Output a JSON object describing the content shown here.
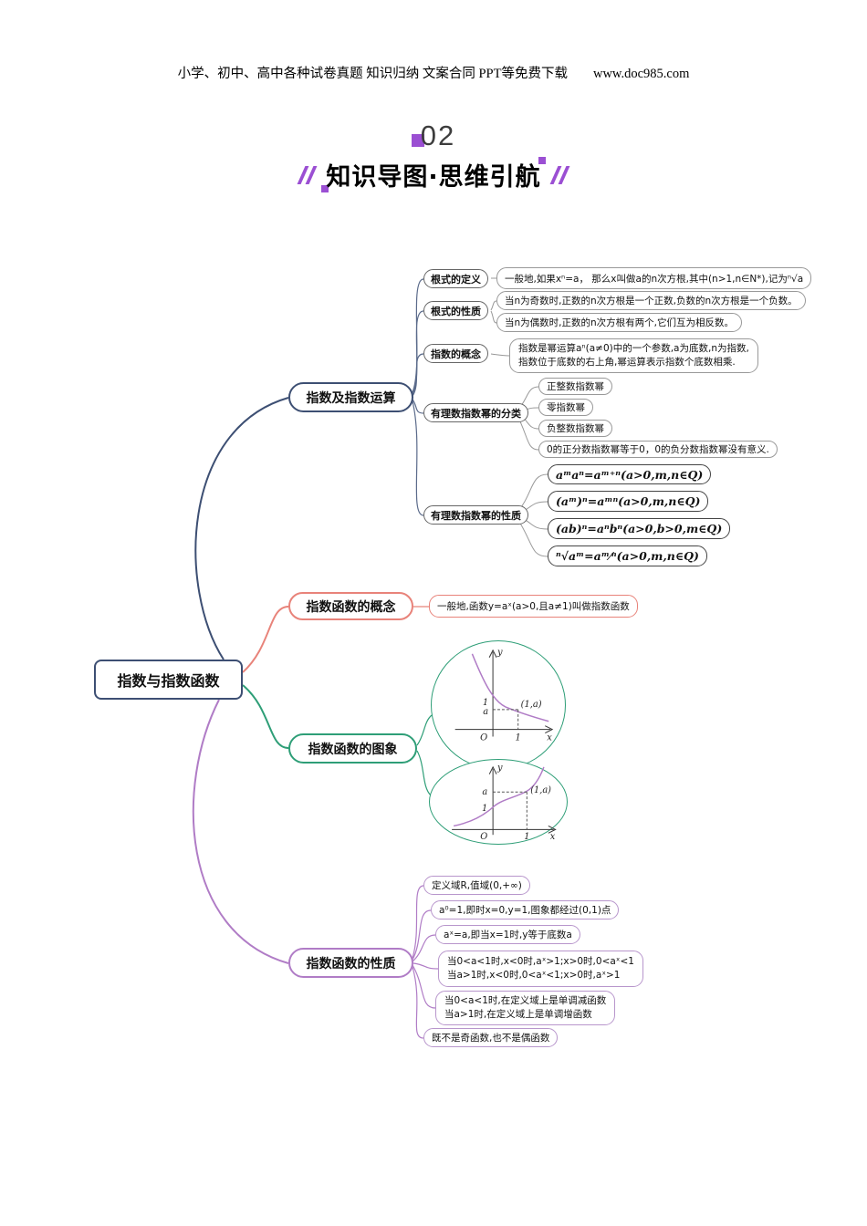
{
  "header": {
    "line": "小学、初中、高中各种试卷真题 知识归纳 文案合同 PPT等免费下载",
    "site": "www.doc985.com"
  },
  "banner": {
    "number": "02",
    "title": "知识导图·思维引航"
  },
  "mindmap": {
    "root": "指数与指数函数",
    "b1": {
      "label": "指数及指数运算",
      "s1": {
        "label": "根式的定义",
        "leaf": "一般地,如果xⁿ=a， 那么x叫做a的n次方根,其中(n>1,n∈N*),记为ⁿ√a"
      },
      "s2": {
        "label": "根式的性质",
        "leaf1": "当n为奇数时,正数的n次方根是一个正数,负数的n次方根是一个负数。",
        "leaf2": "当n为偶数时,正数的n次方根有两个,它们互为相反数。"
      },
      "s3": {
        "label": "指数的概念",
        "line1": "指数是幂运算aⁿ(a≠0)中的一个参数,a为底数,n为指数,",
        "line2": "指数位于底数的右上角,幂运算表示指数个底数相乘."
      },
      "s4": {
        "label": "有理数指数幂的分类",
        "leaf1": "正整数指数幂",
        "leaf2": "零指数幂",
        "leaf3": "负整数指数幂",
        "leaf4": "0的正分数指数幂等于0，0的负分数指数幂没有意义."
      },
      "s5": {
        "label": "有理数指数幂的性质",
        "f1": "aᵐaⁿ=aᵐ⁺ⁿ(a>0,m,n∈Q)",
        "f2": "(aᵐ)ⁿ=aᵐⁿ(a>0,m,n∈Q)",
        "f3": "(ab)ⁿ=aⁿbⁿ(a>0,b>0,m∈Q)",
        "f4": "ⁿ√aᵐ=aᵐ⁄ⁿ(a>0,m,n∈Q)"
      }
    },
    "b2": {
      "label": "指数函数的概念",
      "leaf": "一般地,函数y=aˣ(a>0,且a≠1)叫做指数函数"
    },
    "b3": {
      "label": "指数函数的图象",
      "graph1": {
        "y": "y",
        "one_y": "1",
        "a": "a",
        "point": "(1,a)",
        "o": "O",
        "one_x": "1",
        "x": "x"
      },
      "graph2": {
        "y": "y",
        "a": "a",
        "one_y": "1",
        "point": "(1,a)",
        "o": "O",
        "one_x": "1",
        "x": "x"
      }
    },
    "b4": {
      "label": "指数函数的性质",
      "leaf1": "定义域R,值域(0,+∞)",
      "leaf2": "a⁰=1,即时x=0,y=1,图象都经过(0,1)点",
      "leaf3": "aˣ=a,即当x=1时,y等于底数a",
      "leaf4_line1": "当0<a<1时,x<0时,aˣ>1;x>0时,0<aˣ<1",
      "leaf4_line2": "当a>1时,x<0时,0<aˣ<1;x>0时,aˣ>1",
      "leaf5_line1": "当0<a<1时,在定义域上是单调减函数",
      "leaf5_line2": "当a>1时,在定义域上是单调增函数",
      "leaf6": "既不是奇函数,也不是偶函数"
    }
  },
  "colors": {
    "branch_operations": "#3d4f73",
    "branch_concept": "#e8837a",
    "branch_graph": "#2e9e77",
    "branch_properties": "#b07cc6",
    "accent_purple": "#9b4fd3",
    "curve_purple": "#b07cc6"
  }
}
